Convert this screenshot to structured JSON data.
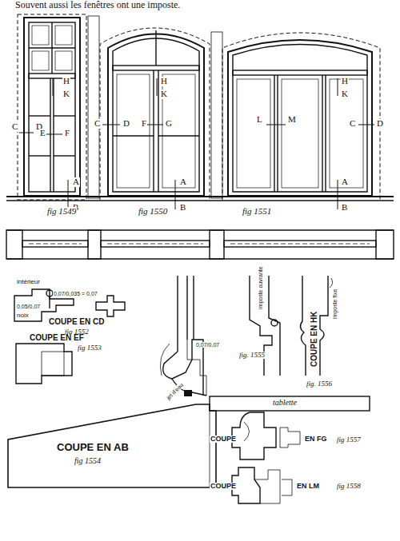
{
  "diagram": {
    "labels": [
      "Souvent aussi les fenêtres ont une imposte.",
      "H",
      "K",
      "C",
      "D",
      "E",
      "F",
      "A",
      "B",
      "H",
      "K",
      "C",
      "D",
      "F",
      "G",
      "A",
      "B",
      "H",
      "K",
      "L",
      "M",
      "C",
      "D",
      "A",
      "B",
      "fig 1549",
      "fig 1550",
      "fig 1551",
      "intérieur",
      "0,05/0,07",
      "0,07/0,035 = 0,07",
      "noix",
      "COUPE EN CD",
      "fig 1552",
      "COUPE EN EF",
      "fig 1553",
      "0,07/0,07",
      "imposte ouvrante",
      "COUPE EN HK",
      "imposte fixe",
      "fig. 1555",
      "fig. 1556",
      "jet d'eau",
      "tablette",
      "COUPE EN AB",
      "fig 1554",
      "COUPE",
      "EN FG",
      "fig 1557",
      "COUPE",
      "EN LM",
      "fig 1558"
    ]
  }
}
